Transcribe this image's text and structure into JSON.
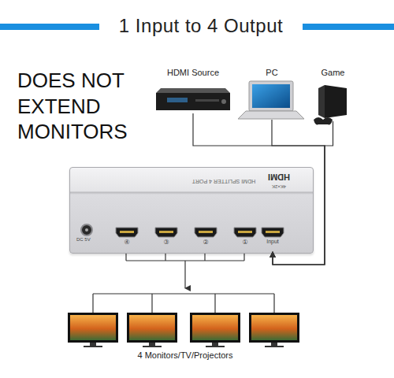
{
  "diagram": {
    "title": "1 Input to 4 Output",
    "caption": "4 Monitors/TV/Projectors",
    "nodes": [
      {
        "text": [
          "HDMI Source"
        ]
      },
      {
        "text": [
          "PC"
        ]
      },
      {
        "text": [
          "Game"
        ]
      },
      {
        "text": [
          "HDMI SPLITTER 4 PORT",
          "HDMI",
          "4K×2K"
        ]
      },
      {
        "text": [
          "④"
        ],
        "in": 3
      },
      {
        "text": [
          "③"
        ],
        "in": 3
      },
      {
        "text": [
          "②"
        ],
        "in": 3
      },
      {
        "text": [
          "①"
        ],
        "in": 3
      },
      {
        "text": [
          "Input"
        ],
        "in": 3
      }
    ],
    "edges": [
      {
        "from": 0,
        "to": 8,
        "arrow": "to"
      },
      {
        "from": 1,
        "to": 8,
        "arrow": "to"
      },
      {
        "from": 2,
        "to": 8,
        "arrow": "to"
      }
    ],
    "labels": [
      "DOES NOT EXTEND MONITORS",
      "DC 5V"
    ]
  }
}
